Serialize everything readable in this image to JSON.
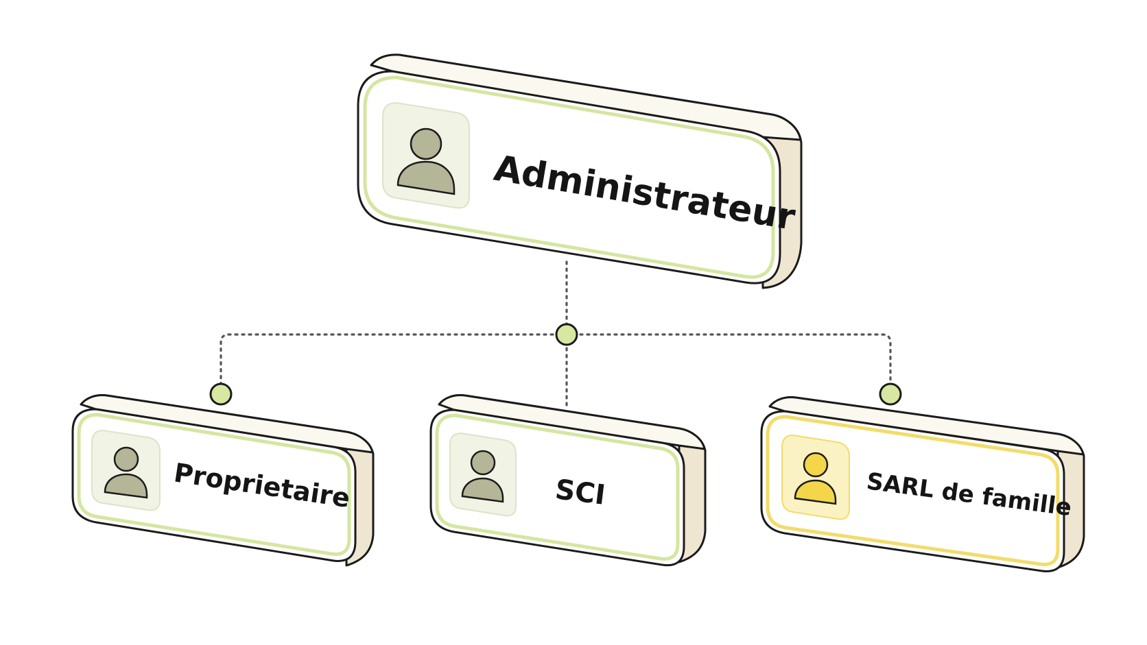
{
  "root": {
    "label": "Administrateur",
    "icon": "user-icon",
    "theme": "green"
  },
  "children": [
    {
      "label": "Proprietaire",
      "icon": "user-icon",
      "theme": "green"
    },
    {
      "label": "SCI",
      "icon": "user-icon",
      "theme": "green"
    },
    {
      "label": "SARL de famille",
      "icon": "user-icon",
      "theme": "yellow"
    }
  ],
  "connector": {
    "style": "dotted"
  },
  "colors": {
    "green_border": "#d4e6a0",
    "yellow_border": "#f2dc6a",
    "node_face": "#ffffff",
    "node_side": "#efe6d2",
    "node_top": "#fbf8ef",
    "outline": "#1b1b1b",
    "icon_box_green": "#f1f3e4",
    "icon_box_yellow": "#fbf2c4",
    "person_gray": "#b5b597",
    "person_yellow": "#f4d64a",
    "connector_line": "#555555",
    "connector_dot": "#d8e7a1"
  }
}
